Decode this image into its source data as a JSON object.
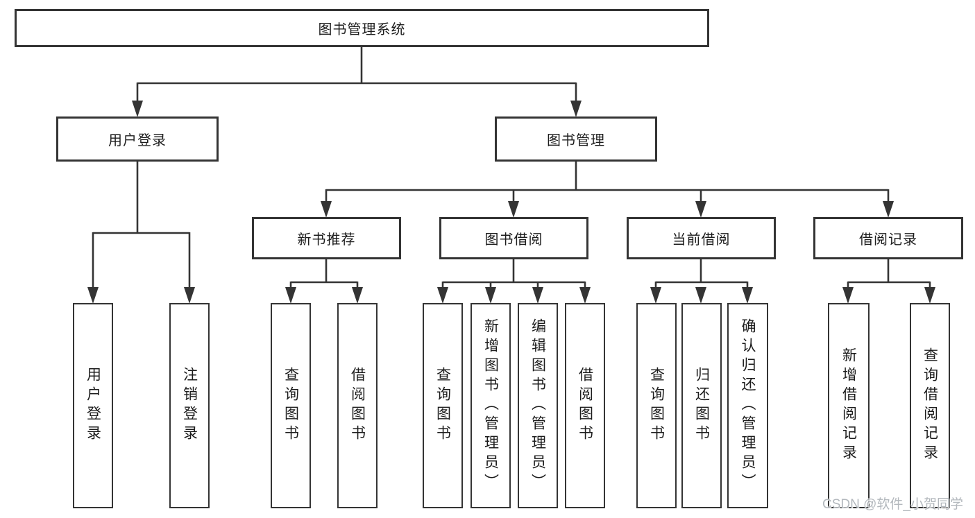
{
  "tree": {
    "label": "图书管理系统",
    "children": [
      {
        "label": "用户登录",
        "children": [
          {
            "label": "用户登录"
          },
          {
            "label": "注销登录"
          }
        ]
      },
      {
        "label": "图书管理",
        "children": [
          {
            "label": "新书推荐",
            "children": [
              {
                "label": "查询图书"
              },
              {
                "label": "借阅图书"
              }
            ]
          },
          {
            "label": "图书借阅",
            "children": [
              {
                "label": "查询图书"
              },
              {
                "label": "新增图书（管理员）"
              },
              {
                "label": "编辑图书（管理员）"
              },
              {
                "label": "借阅图书"
              }
            ]
          },
          {
            "label": "当前借阅",
            "children": [
              {
                "label": "查询图书"
              },
              {
                "label": "归还图书"
              },
              {
                "label": "确认归还（管理员）"
              }
            ]
          },
          {
            "label": "借阅记录",
            "children": [
              {
                "label": "新增借阅记录"
              },
              {
                "label": "查询借阅记录"
              }
            ]
          }
        ]
      }
    ]
  },
  "colors": {
    "line": "#343434",
    "text": "#1c1c1c",
    "watermark": "#b3b8bd"
  },
  "watermark": "CSDN @软件_小贺同学"
}
